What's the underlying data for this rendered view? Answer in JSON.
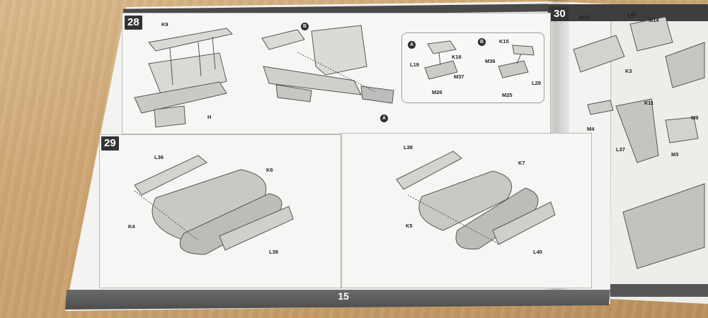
{
  "page": {
    "number": "15"
  },
  "steps": {
    "s28": {
      "badge": "28",
      "labels": {
        "K9": "K9",
        "H": "H"
      },
      "callout_main_top": "B",
      "callout_main_bottom": "A",
      "inset": {
        "A": {
          "badge": "A",
          "K16": "K16",
          "L19": "L19",
          "M37": "M37",
          "M26": "M26"
        },
        "B": {
          "badge": "B",
          "K15": "K15",
          "M36": "M36",
          "L29": "L29",
          "M25": "M25"
        }
      }
    },
    "s29": {
      "badge": "29",
      "left": {
        "L36": "L36",
        "K6": "K6",
        "K4": "K4",
        "L39": "L39"
      },
      "right": {
        "L38": "L38",
        "K7": "K7",
        "K5": "K5",
        "L40": "L40"
      }
    },
    "s30": {
      "badge": "30",
      "labels": {
        "M29": "M29",
        "L28": "L28",
        "M14": "M14",
        "K3": "K3",
        "K11": "K11",
        "M9": "M9",
        "M4": "M4",
        "L37": "L37",
        "M3": "M3"
      }
    }
  },
  "colors": {
    "band": "#4a4a4a",
    "page": "#f3f3f1",
    "table": "#cda775"
  }
}
